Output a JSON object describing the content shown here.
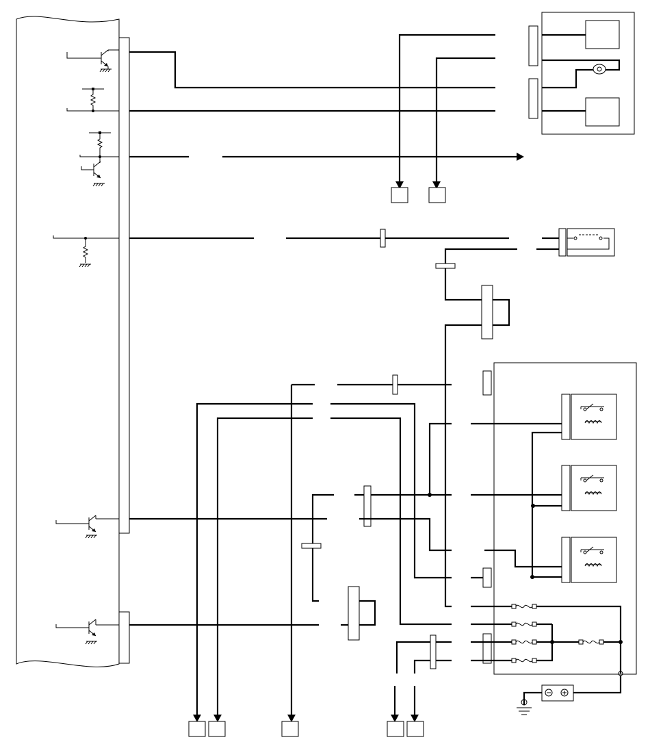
{
  "diagram": {
    "kind": "wiring-schematic",
    "text_labels": [],
    "colors": {
      "line": "#000000",
      "background": "#ffffff"
    },
    "symbols": [
      "control-unit-panel",
      "transistor",
      "resistor",
      "ground",
      "connector",
      "relay",
      "fuse",
      "battery",
      "lamp",
      "switch",
      "arrow"
    ]
  }
}
